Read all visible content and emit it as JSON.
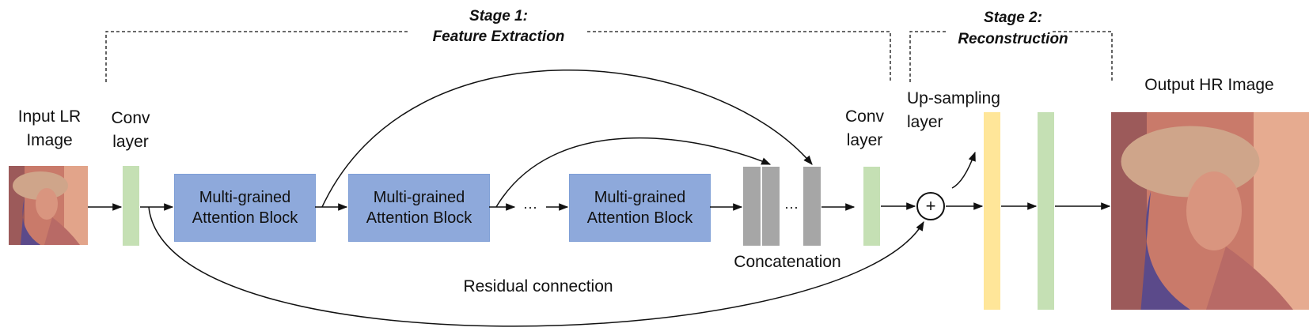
{
  "stage1": {
    "title": "Stage 1:",
    "subtitle": "Feature Extraction"
  },
  "stage2": {
    "title": "Stage 2:",
    "subtitle": "Reconstruction"
  },
  "input_label": [
    "Input LR",
    "Image"
  ],
  "conv1_label": [
    "Conv",
    "layer"
  ],
  "conv2_label": [
    "Conv",
    "layer"
  ],
  "upsampling_label": [
    "Up-sampling",
    "layer"
  ],
  "output_label": "Output HR Image",
  "blocks": [
    {
      "line1": "Multi-grained",
      "line2": "Attention Block"
    },
    {
      "line1": "Multi-grained",
      "line2": "Attention Block"
    },
    {
      "line1": "Multi-grained",
      "line2": "Attention Block"
    }
  ],
  "ellipsis_blocks": "···",
  "ellipsis_concat": "···",
  "concat_label": "Concatenation",
  "residual_label": "Residual connection",
  "plus_symbol": "+",
  "colors": {
    "conv": "#c5e0b4",
    "block": "#8ea9db",
    "concat": "#a6a6a6",
    "upsampling": "#ffe699"
  }
}
